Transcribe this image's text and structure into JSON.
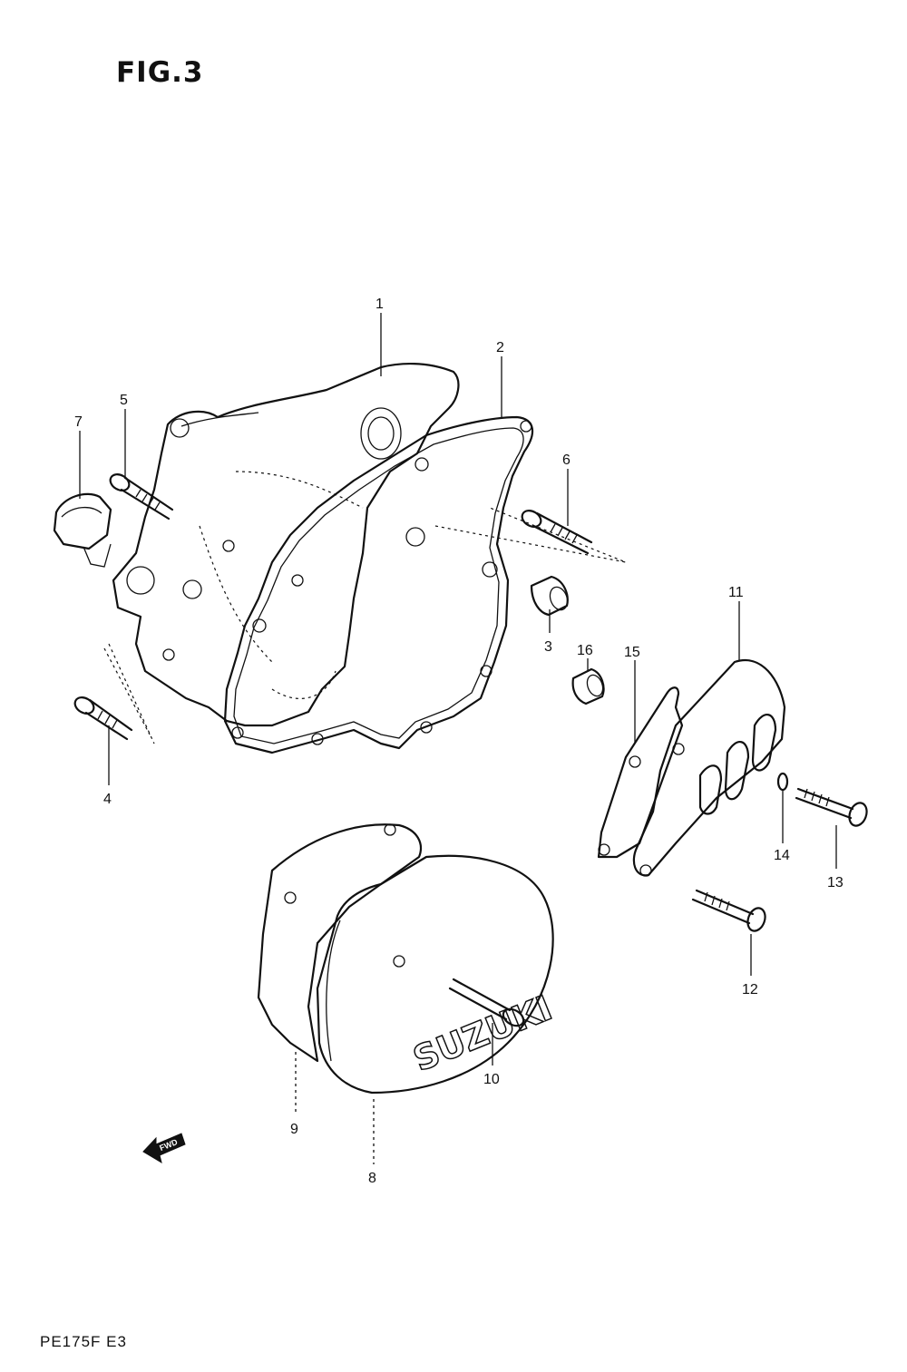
{
  "figure": {
    "title": "FIG.3",
    "model_code": "PE175F  E3"
  },
  "callouts": [
    {
      "id": "1",
      "text": "1"
    },
    {
      "id": "2",
      "text": "2"
    },
    {
      "id": "3",
      "text": "3"
    },
    {
      "id": "4",
      "text": "4"
    },
    {
      "id": "5",
      "text": "5"
    },
    {
      "id": "6",
      "text": "6"
    },
    {
      "id": "7",
      "text": "7"
    },
    {
      "id": "8",
      "text": "8"
    },
    {
      "id": "9",
      "text": "9"
    },
    {
      "id": "10",
      "text": "10"
    },
    {
      "id": "11",
      "text": "11"
    },
    {
      "id": "12",
      "text": "12"
    },
    {
      "id": "13",
      "text": "13"
    },
    {
      "id": "14",
      "text": "14"
    },
    {
      "id": "15",
      "text": "15"
    },
    {
      "id": "16",
      "text": "16"
    }
  ],
  "markings": {
    "fwd_arrow": "FWD",
    "cover_logo": "SUZUKI"
  }
}
